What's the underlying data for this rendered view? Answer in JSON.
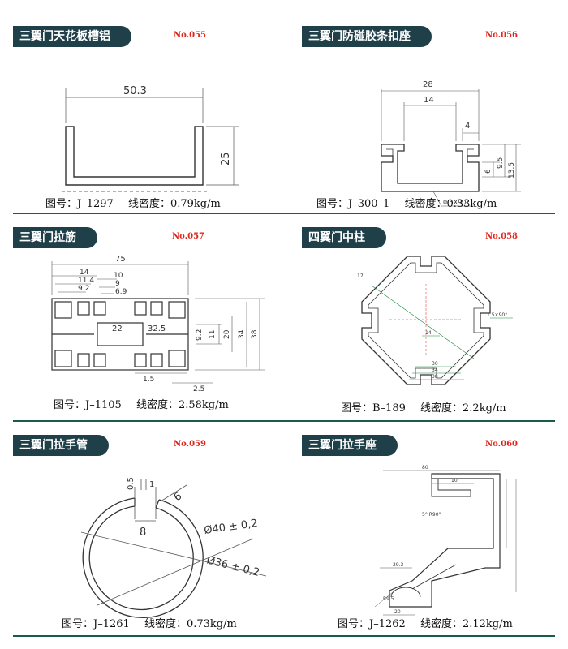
{
  "panels": [
    {
      "title": "三翼门天花板槽铝",
      "no": "No.055",
      "code": "图号：J–1297",
      "density": "线密度：0.79kg/m",
      "dims": {
        "width": "50.3",
        "height": "25"
      }
    },
    {
      "title": "三翼门防碰胶条扣座",
      "no": "No.056",
      "code": "图号：J–300–1",
      "density": "线密度：0.33kg/m",
      "dims": {
        "w": "28",
        "inner": "14",
        "slot": "4",
        "h1": "6",
        "h2": "9.5",
        "h3": "13.5",
        "chamfer": "0.5X90°"
      }
    },
    {
      "title": "三翼门拉筋",
      "no": "No.057",
      "code": "图号：J–1105",
      "density": "线密度：2.58kg/m",
      "dims": {
        "w": "75",
        "a": "14",
        "b": "11.4",
        "c": "9.2",
        "d": "10",
        "e": "9",
        "f": "6.9",
        "g": "22",
        "h": "32.5",
        "i": "9.2",
        "j": "11",
        "k": "20",
        "l": "34",
        "m": "38",
        "n": "1.5",
        "o": "2.5"
      }
    },
    {
      "title": "四翼门中柱",
      "no": "No.058",
      "code": "图号：B–189",
      "density": "线密度：2.2kg/m"
    },
    {
      "title": "三翼门拉手管",
      "no": "No.059",
      "code": "图号：J–1261",
      "density": "线密度：0.73kg/m",
      "dims": {
        "outer": "Ø40 ± 0,2",
        "inner": "Ø36 ± 0,2",
        "opening": "8",
        "t": "6",
        "a": "0.5",
        "b": "1"
      }
    },
    {
      "title": "三翼门拉手座",
      "no": "No.060",
      "code": "图号：J–1262",
      "density": "线密度：2.12kg/m"
    }
  ],
  "colors": {
    "tag": "#1f3f49",
    "number": "#e0251b",
    "divider": "#1a5c4c",
    "green_dims": "#1a8a3a"
  }
}
